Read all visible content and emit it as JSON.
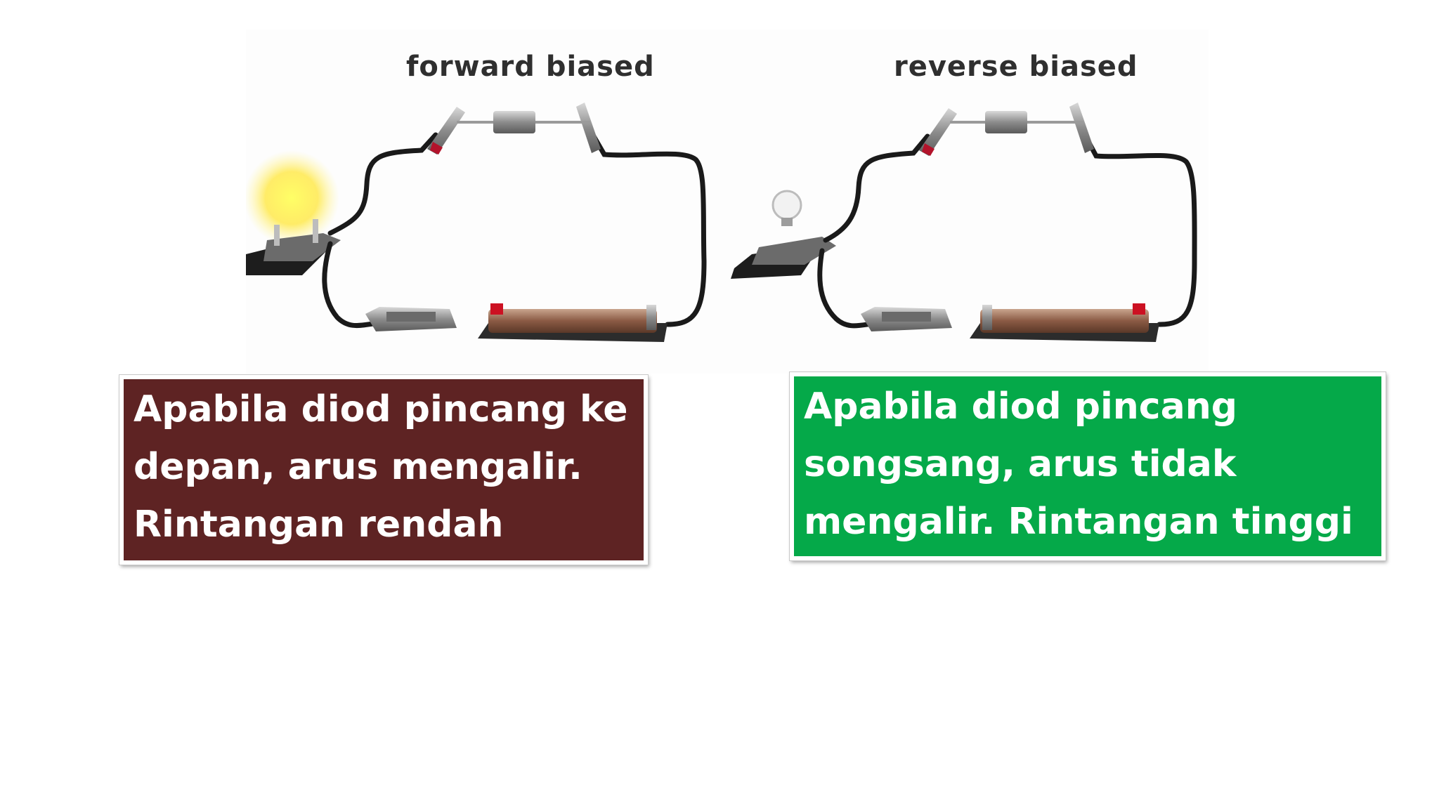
{
  "diagram": {
    "forward_title": "forward biased",
    "reverse_title": "reverse biased"
  },
  "captions": {
    "forward_text": "Apabila diod pincang ke depan, arus mengalir. Rintangan rendah",
    "reverse_text": "Apabila diod pincang songsang, arus tidak mengalir. Rintangan tinggi"
  },
  "colors": {
    "forward_box": "#5e2323",
    "reverse_box": "#05a949",
    "caption_text": "#ffffff"
  }
}
